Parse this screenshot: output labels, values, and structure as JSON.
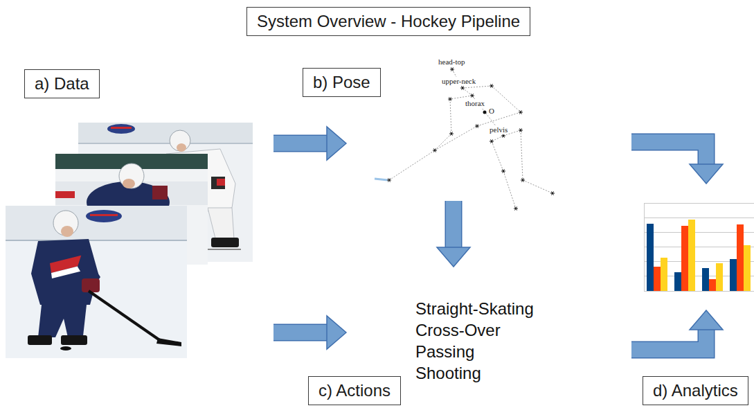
{
  "diagram": {
    "title": "System Overview - Hockey Pipeline",
    "nodes": [
      {
        "text": [
          "a) Data"
        ]
      },
      {
        "text": [
          "b) Pose"
        ]
      },
      {
        "text": [
          "Straight-Skating Cross-Over Passing Shooting",
          "c) Actions"
        ]
      },
      {
        "text": [
          "d) Analytics"
        ]
      }
    ],
    "edges": [
      {
        "from": 0,
        "to": 1,
        "arrow": "to"
      },
      {
        "from": 0,
        "to": 2,
        "arrow": "to"
      },
      {
        "from": 1,
        "to": 2,
        "arrow": "to"
      },
      {
        "from": 1,
        "to": 3,
        "arrow": "to"
      },
      {
        "from": 2,
        "to": 3,
        "arrow": "to"
      }
    ],
    "labels": [
      "head-top",
      "upper-neck",
      "thorax",
      "O",
      "pelvis"
    ]
  }
}
